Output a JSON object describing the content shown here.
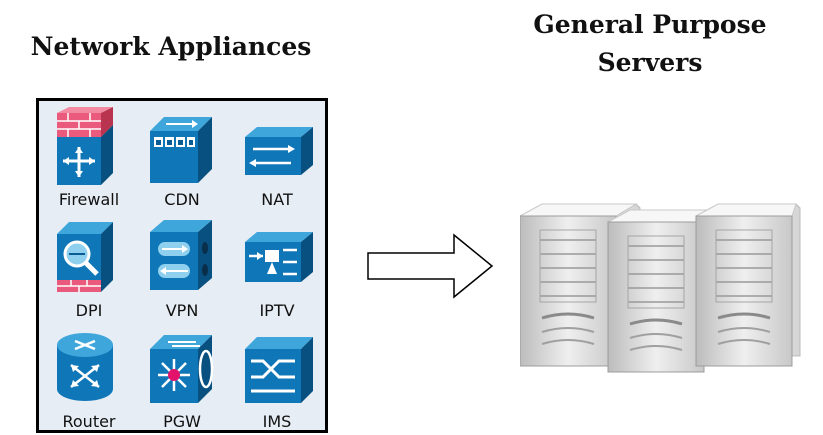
{
  "titles": {
    "network_appliances": "Network Appliances",
    "general_purpose_servers_line1": "General Purpose",
    "general_purpose_servers_line2": "Servers"
  },
  "appliances": [
    {
      "label": "Firewall",
      "icon": "firewall-icon"
    },
    {
      "label": "CDN",
      "icon": "cdn-icon"
    },
    {
      "label": "NAT",
      "icon": "nat-icon"
    },
    {
      "label": "DPI",
      "icon": "dpi-icon"
    },
    {
      "label": "VPN",
      "icon": "vpn-icon"
    },
    {
      "label": "IPTV",
      "icon": "iptv-icon"
    },
    {
      "label": "Router",
      "icon": "router-icon"
    },
    {
      "label": "PGW",
      "icon": "pgw-icon"
    },
    {
      "label": "IMS",
      "icon": "ims-icon"
    }
  ],
  "colors": {
    "panel_bg": "#e6edf4",
    "icon_front": "#0f77b8",
    "icon_top": "#3fa6dc",
    "icon_side": "#07507f",
    "firewall_brick": "#e95a7d",
    "server_light": "#eaeaea",
    "server_dark": "#b9b9b9"
  }
}
